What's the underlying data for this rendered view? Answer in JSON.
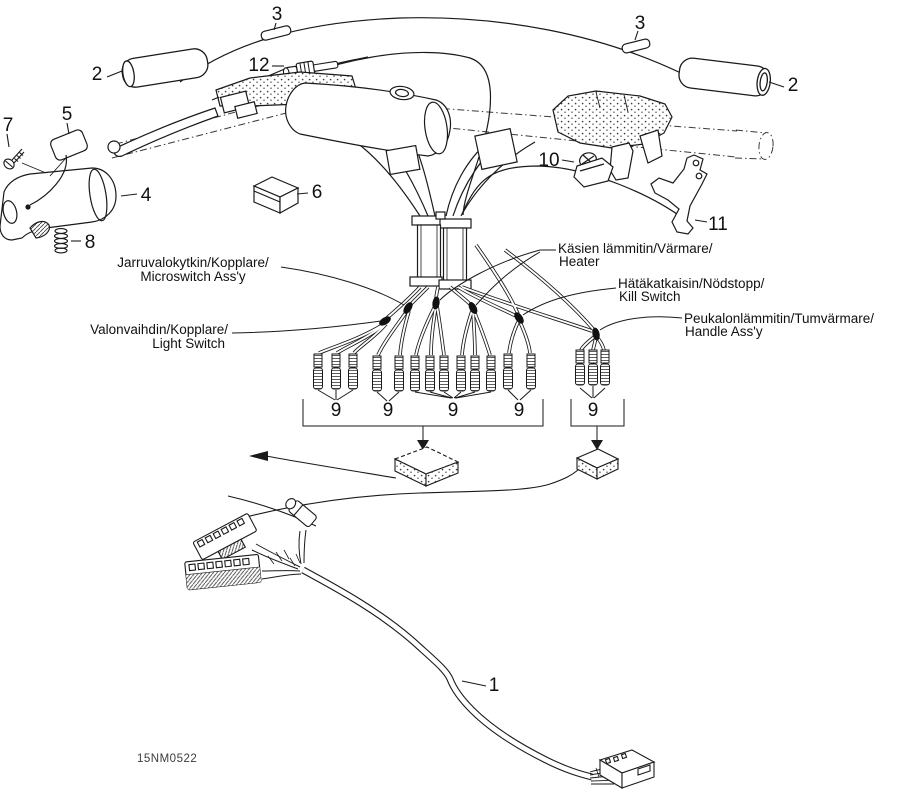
{
  "page": {
    "background": "#ffffff",
    "line_color": "#1a1a1a"
  },
  "drawing_number": "15NM0522",
  "callouts": {
    "harness": "1",
    "grip": "2",
    "tie": "3",
    "throttle_housing": "4",
    "pad": "5",
    "switch_block": "6",
    "screw": "7",
    "spring": "8",
    "terminal_group": "9",
    "clamp": "10",
    "bracket": "11",
    "adjuster": "12"
  },
  "component_labels": {
    "microswitch": {
      "line1": "Jarruvalokytkin/Kopplare/",
      "line2": "Microswitch Ass'y"
    },
    "light_switch": {
      "line1": "Valonvaihdin/Kopplare/",
      "line2": "Light Switch"
    },
    "heater": {
      "line1": "Käsien lämmitin/Värmare/",
      "line2": "Heater"
    },
    "kill_switch": {
      "line1": "Hätäkatkaisin/Nödstopp/",
      "line2": "Kill Switch"
    },
    "handle_assy": {
      "line1": "Peukalonlämmitin/Tumvärmare/",
      "line2": "Handle Ass'y"
    }
  }
}
